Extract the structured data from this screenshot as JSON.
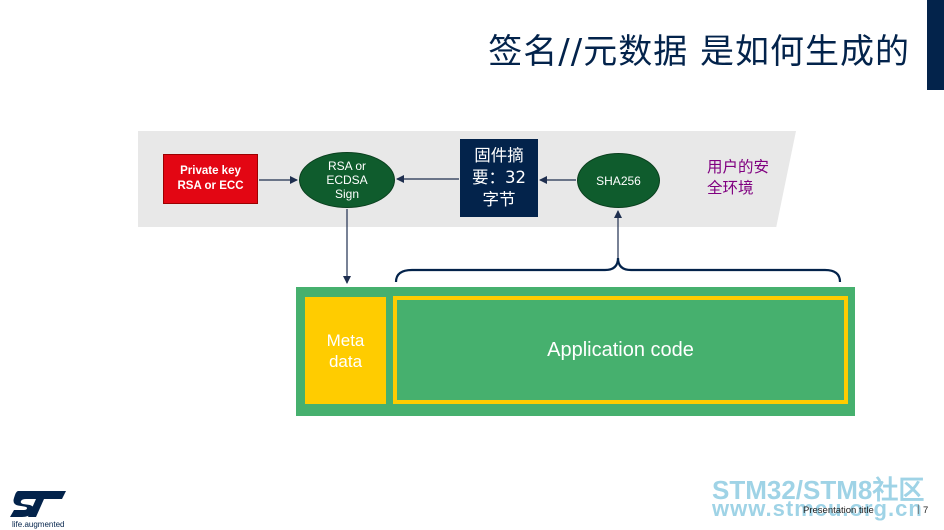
{
  "slide": {
    "title": "签名//元数据 是如何生成的",
    "footer_title": "Presentation title",
    "footer_separator": "|",
    "page_number": "7",
    "tagline": "life.augmented"
  },
  "diagram": {
    "private_key": [
      "Private key",
      "RSA or ECC"
    ],
    "rsa_sign": [
      "RSA or",
      "ECDSA",
      "Sign"
    ],
    "digest": [
      "固件摘",
      "要：32",
      "字节"
    ],
    "sha": "SHA256",
    "secure_env": [
      "用户的安",
      "全环境"
    ],
    "metadata": [
      "Meta",
      "data"
    ],
    "application": "Application code"
  },
  "watermark": {
    "line1": "STM32/STM8社区",
    "line2": "www.stmcu.org.cn"
  },
  "colors": {
    "navy": "#03234b",
    "red": "#e30613",
    "dark_green": "#0f5c2d",
    "green": "#46b06e",
    "yellow": "#ffcc00",
    "purple": "#800080",
    "band_gray": "#e8e8e8"
  }
}
